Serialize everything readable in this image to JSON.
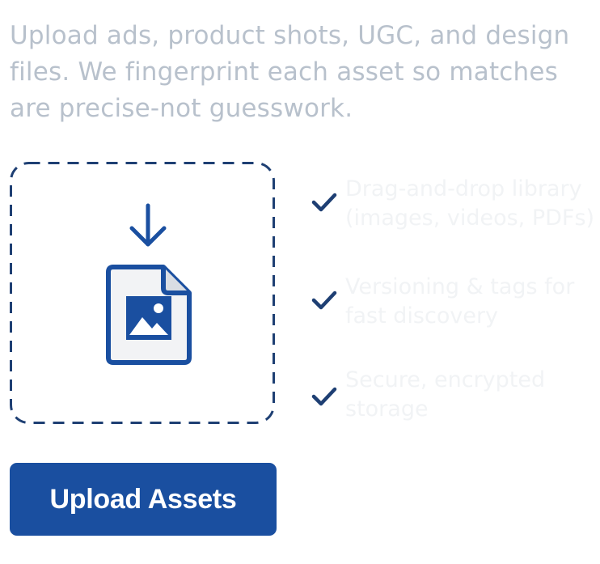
{
  "intro": {
    "text": "Upload ads, product shots, UGC, and design files. We fingerprint each asset so matches are precise-not guesswork."
  },
  "dropzone": {
    "arrow_icon": "download-arrow-icon",
    "file_icon": "image-file-icon"
  },
  "features": [
    {
      "label_line1": "Drag-and-drop library",
      "label_line2": "(images, videos, PDFs)",
      "icon": "check-icon"
    },
    {
      "label_line1": "Versioning & tags for",
      "label_line2": "fast discovery",
      "icon": "check-icon"
    },
    {
      "label_line1": "Secure, encrypted",
      "label_line2": "storage",
      "icon": "check-icon"
    }
  ],
  "upload_button": {
    "label": "Upload Assets"
  },
  "colors": {
    "accent": "#1a4fa0",
    "border": "#1e3f73",
    "intro_text": "#b8c1cc",
    "feature_text": "#f1f3f5"
  }
}
